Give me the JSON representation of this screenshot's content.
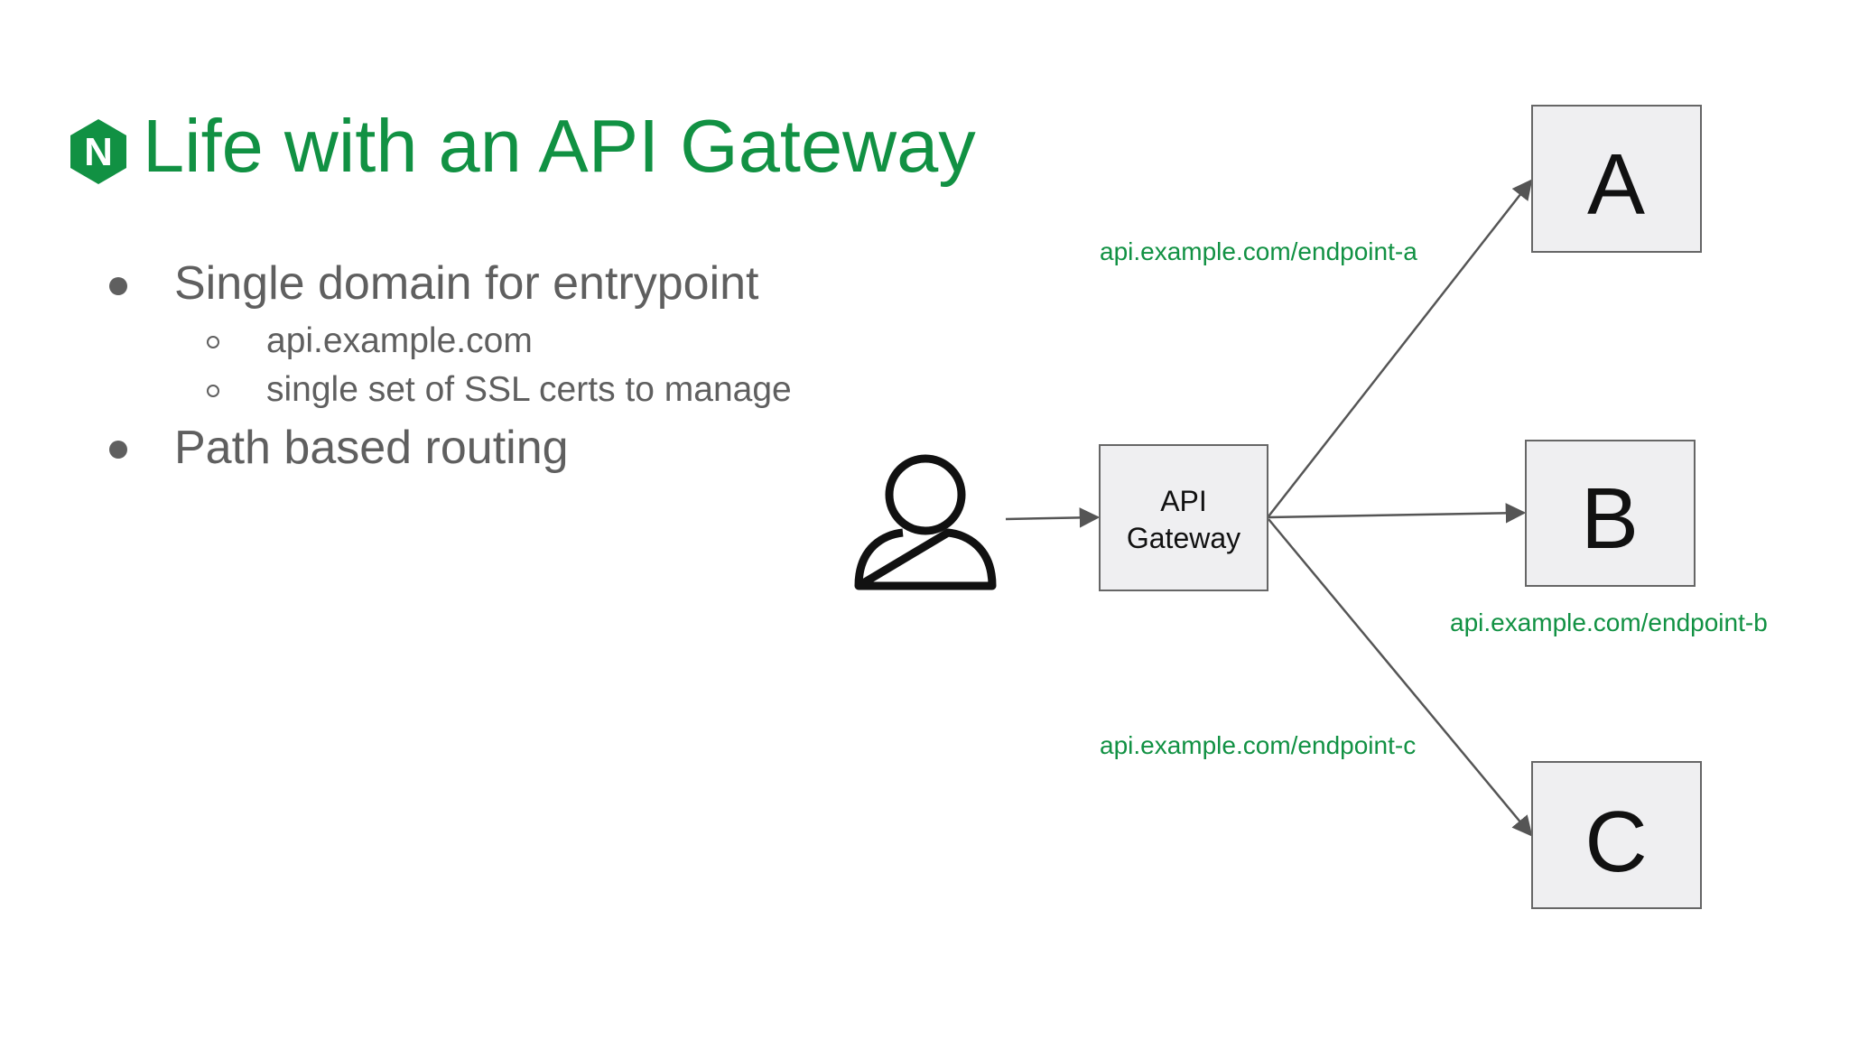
{
  "title": "Life with an API Gateway",
  "logo": {
    "letter": "N",
    "color": "#119143"
  },
  "bullets": [
    {
      "text": "Single domain for entrypoint",
      "sub": [
        "api.example.com",
        "single set of SSL certs to manage"
      ]
    },
    {
      "text": "Path based routing",
      "sub": []
    }
  ],
  "diagram": {
    "user_icon": "user-icon",
    "gateway": {
      "line1": "API",
      "line2": "Gateway"
    },
    "services": {
      "a": "A",
      "b": "B",
      "c": "C"
    },
    "routes": {
      "a": "api.example.com/endpoint-a",
      "b": "api.example.com/endpoint-b",
      "c": "api.example.com/endpoint-c"
    }
  },
  "colors": {
    "accent": "#119143",
    "text": "#5f5f5f",
    "box_fill": "#efeff1",
    "line": "#555555"
  }
}
